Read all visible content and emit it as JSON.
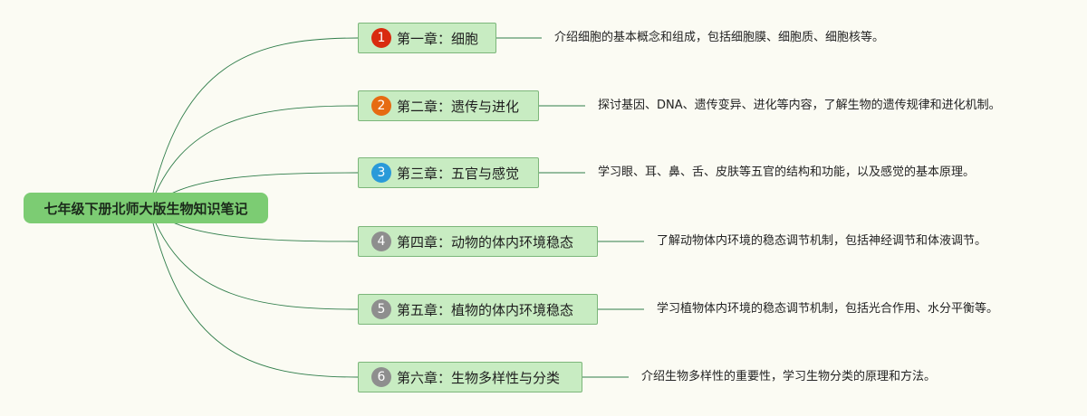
{
  "root": {
    "label": "七年级下册北师大版生物知识笔记"
  },
  "colors": {
    "priority_1": "#d92b0f",
    "priority_2": "#e66b12",
    "priority_3": "#2a9ad9",
    "priority_other": "#8e8e8e",
    "edge": "#2f7d4a"
  },
  "chapters": [
    {
      "marker": "1",
      "title": "第一章：细胞",
      "description": "介绍细胞的基本概念和组成，包括细胞膜、细胞质、细胞核等。"
    },
    {
      "marker": "2",
      "title": "第二章：遗传与进化",
      "description": "探讨基因、DNA、遗传变异、进化等内容，了解生物的遗传规律和进化机制。"
    },
    {
      "marker": "3",
      "title": "第三章：五官与感觉",
      "description": "学习眼、耳、鼻、舌、皮肤等五官的结构和功能，以及感觉的基本原理。"
    },
    {
      "marker": "4",
      "title": "第四章：动物的体内环境稳态",
      "description": "了解动物体内环境的稳态调节机制，包括神经调节和体液调节。"
    },
    {
      "marker": "5",
      "title": "第五章：植物的体内环境稳态",
      "description": "学习植物体内环境的稳态调节机制，包括光合作用、水分平衡等。"
    },
    {
      "marker": "6",
      "title": "第六章：生物多样性与分类",
      "description": "介绍生物多样性的重要性，学习生物分类的原理和方法。"
    }
  ]
}
